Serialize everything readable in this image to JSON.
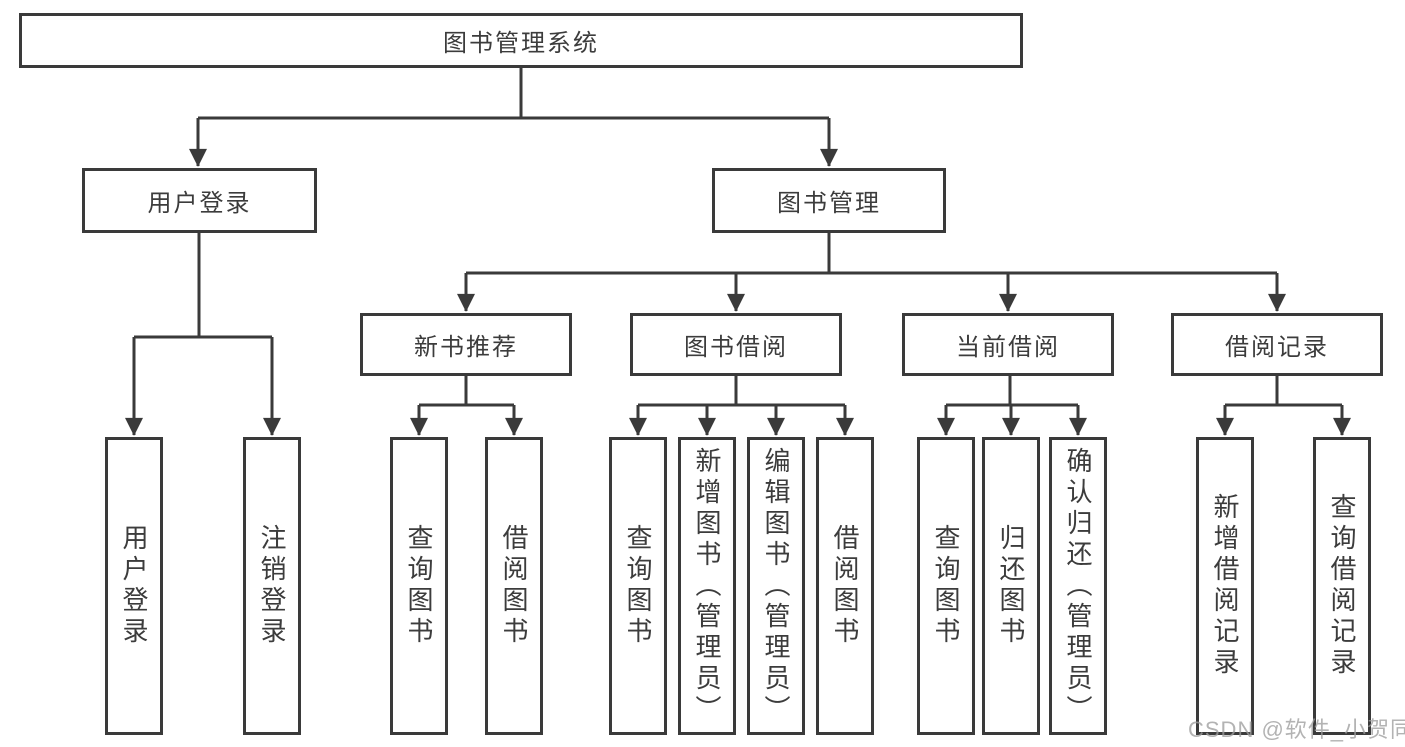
{
  "diagram": {
    "type": "hierarchy-chart",
    "colors": {
      "line": "#3a3a3a",
      "border": "#3a3a3a",
      "text": "#3c3c3c",
      "background": "#ffffff",
      "watermark": "#9e9e9e"
    },
    "tree": {
      "label": "图书管理系统",
      "children": [
        {
          "label": "用户登录",
          "children": [
            {
              "label": "用户登录"
            },
            {
              "label": "注销登录"
            }
          ]
        },
        {
          "label": "图书管理",
          "children": [
            {
              "label": "新书推荐",
              "children": [
                {
                  "label": "查询图书"
                },
                {
                  "label": "借阅图书"
                }
              ]
            },
            {
              "label": "图书借阅",
              "children": [
                {
                  "label": "查询图书"
                },
                {
                  "label": "新增图书（管理员）"
                },
                {
                  "label": "编辑图书（管理员）"
                },
                {
                  "label": "借阅图书"
                }
              ]
            },
            {
              "label": "当前借阅",
              "children": [
                {
                  "label": "查询图书"
                },
                {
                  "label": "归还图书"
                },
                {
                  "label": "确认归还（管理员）"
                }
              ]
            },
            {
              "label": "借阅记录",
              "children": [
                {
                  "label": "新增借阅记录"
                },
                {
                  "label": "查询借阅记录"
                }
              ]
            }
          ]
        }
      ]
    },
    "watermark": "CSDN @软件_小贺同学"
  }
}
